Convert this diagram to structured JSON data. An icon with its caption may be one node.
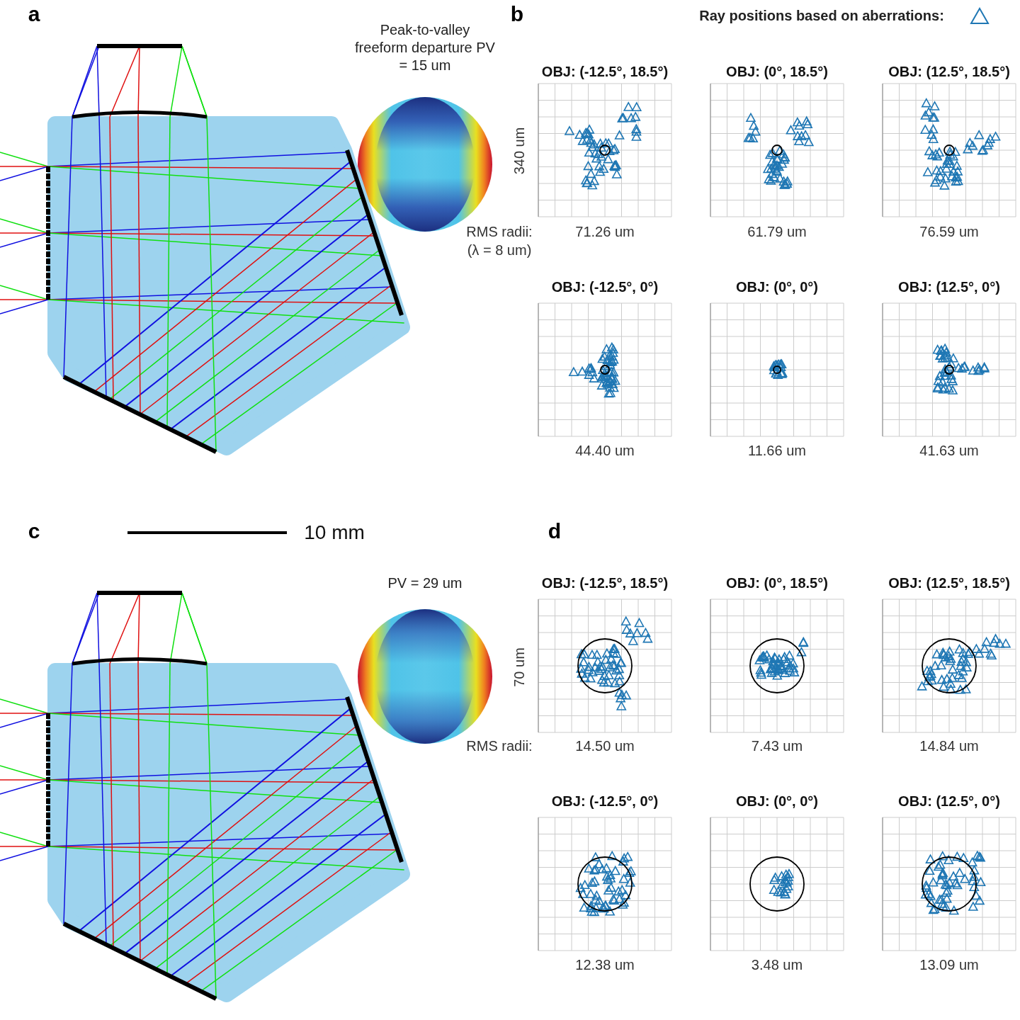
{
  "diagram": {
    "labels": [
      "a",
      "b",
      "Ray positions based on aberrations:",
      "Peak-to-valley freeform departure PV = 15 um",
      "OBJ: (-12.5°, 18.5°)",
      "OBJ: (0°, 18.5°)",
      "OBJ: (12.5°, 18.5°)",
      "340 um",
      "RMS radii:",
      "71.26 um",
      "61.79 um",
      "76.59 um",
      "(λ = 8 um)",
      "OBJ: (-12.5°, 0°)",
      "OBJ: (0°, 0°)",
      "OBJ: (12.5°, 0°)",
      "44.40 um",
      "11.66 um",
      "41.63 um",
      "c",
      "10 mm",
      "d",
      "PV = 29 um",
      "OBJ: (-12.5°, 18.5°)",
      "OBJ: (0°, 18.5°)",
      "OBJ: (12.5°, 18.5°)",
      "70 um",
      "RMS radii:",
      "14.50 um",
      "7.43 um",
      "14.84 um",
      "OBJ: (-12.5°, 0°)",
      "OBJ: (0°, 0°)",
      "OBJ: (12.5°, 0°)",
      "12.38 um",
      "3.48 um",
      "13.09 um"
    ]
  }
}
